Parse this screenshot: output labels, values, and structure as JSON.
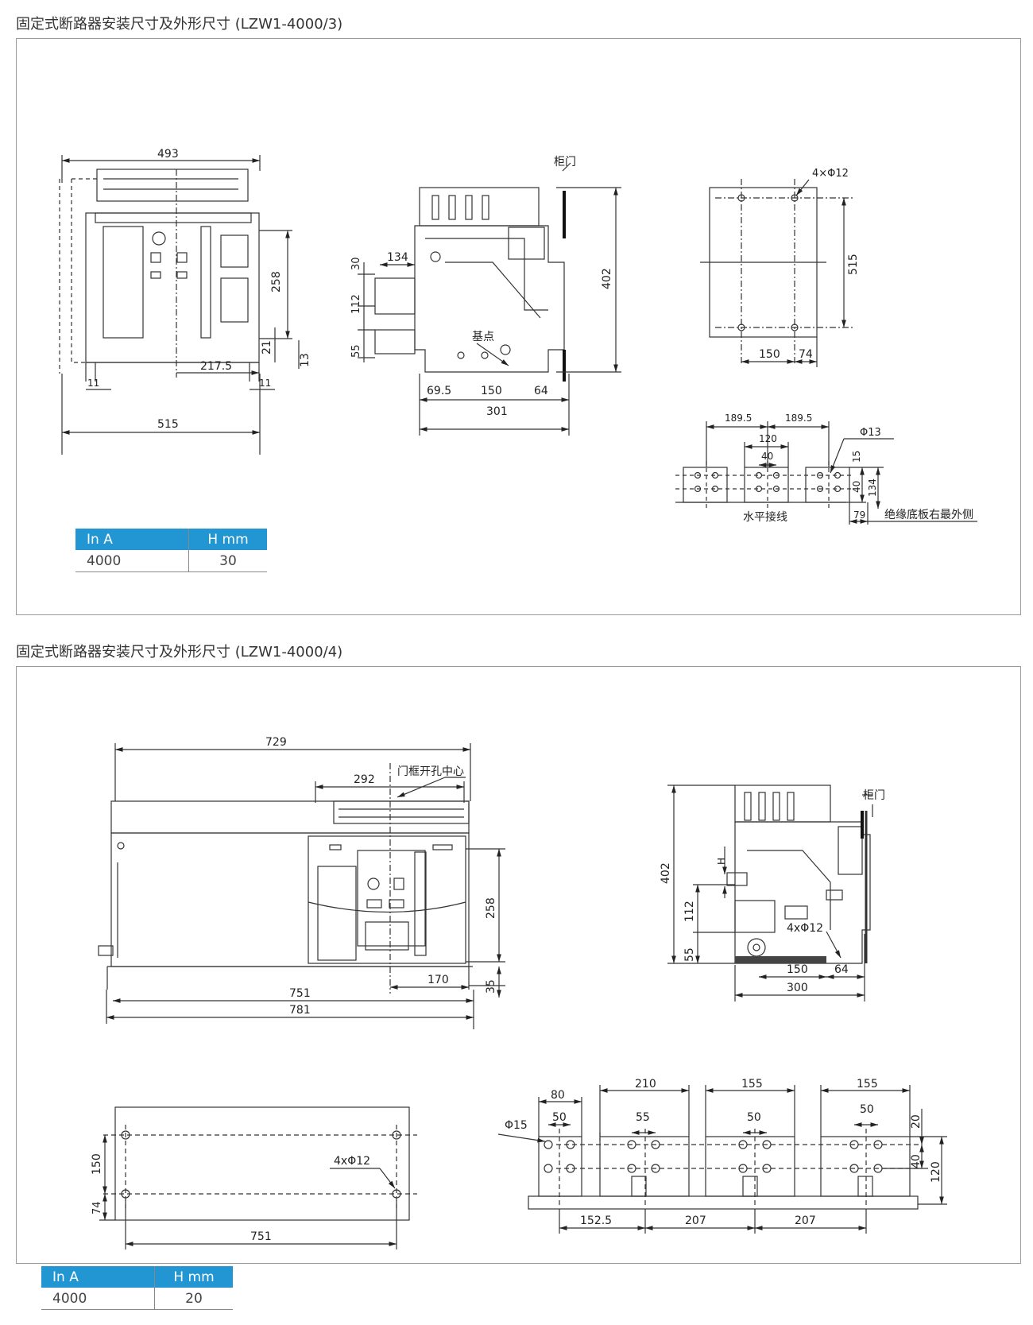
{
  "section1": {
    "title": "固定式断路器安装尺寸及外形尺寸 (LZW1-4000/3)",
    "front": {
      "d493": "493",
      "d258": "258",
      "d217_5": "217.5",
      "d21": "21",
      "d13": "13",
      "d11a": "11",
      "d11b": "11",
      "d515": "515"
    },
    "side": {
      "cabinet_door": "柜门",
      "d134": "134",
      "d30": "30",
      "d112": "112",
      "d55": "55",
      "d402": "402",
      "base_point": "基点",
      "d69_5": "69.5",
      "d150": "150",
      "d64": "64",
      "d301": "301"
    },
    "mount": {
      "holes": "4×Φ12",
      "d515": "515",
      "d150": "150",
      "d74": "74"
    },
    "terminal": {
      "d189_5a": "189.5",
      "d189_5b": "189.5",
      "d120": "120",
      "d40": "40",
      "phi13": "Φ13",
      "d15": "15",
      "d40v": "40",
      "d134": "134",
      "d79": "79",
      "horizontal": "水平接线",
      "insul": "绝缘底板右最外侧"
    },
    "table": {
      "headers": [
        "In  A",
        "H mm"
      ],
      "row": [
        "4000",
        "30"
      ]
    }
  },
  "section2": {
    "title": "固定式断路器安装尺寸及外形尺寸 (LZW1-4000/4)",
    "front": {
      "d729": "729",
      "d292": "292",
      "door_center": "门框开孔中心",
      "d258": "258",
      "d170": "170",
      "d35": "35",
      "d751": "751",
      "d781": "781"
    },
    "side": {
      "cabinet_door": "柜门",
      "d402": "402",
      "h": "H",
      "d112": "112",
      "d55": "55",
      "holes": "4xΦ12",
      "d150": "150",
      "d64": "64",
      "d300": "300"
    },
    "mount": {
      "d150": "150",
      "d74": "74",
      "holes": "4xΦ12",
      "d751": "751"
    },
    "terminal": {
      "d80": "80",
      "d210": "210",
      "d155a": "155",
      "d155b": "155",
      "phi15": "Φ15",
      "d50a": "50",
      "d55": "55",
      "d50b": "50",
      "d50c": "50",
      "d20": "20",
      "d40": "40",
      "d120": "120",
      "d152_5": "152.5",
      "d207a": "207",
      "d207b": "207"
    },
    "table": {
      "headers": [
        "In  A",
        "H mm"
      ],
      "row": [
        "4000",
        "20"
      ]
    }
  }
}
